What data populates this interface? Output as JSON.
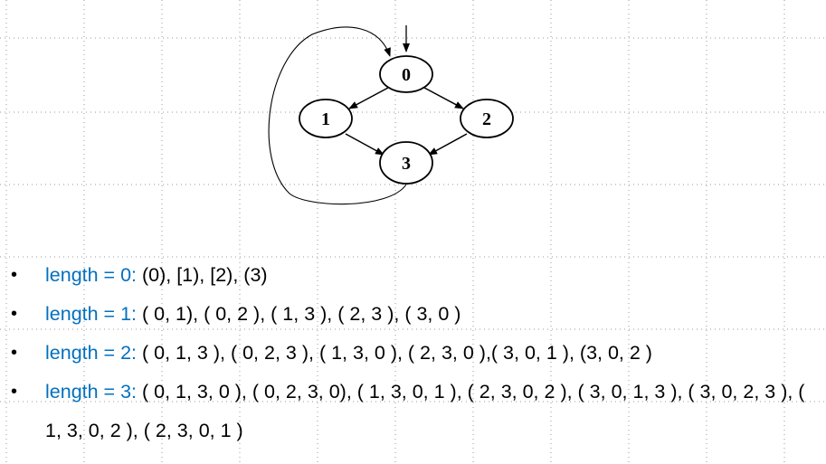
{
  "colors": {
    "label_blue": "#0070c0",
    "text": "#000000",
    "grid": "#9a9a9a"
  },
  "diagram": {
    "nodes": [
      {
        "id": "0",
        "label": "0"
      },
      {
        "id": "1",
        "label": "1"
      },
      {
        "id": "2",
        "label": "2"
      },
      {
        "id": "3",
        "label": "3"
      }
    ],
    "edges": [
      {
        "from": "0",
        "to": "1"
      },
      {
        "from": "0",
        "to": "2"
      },
      {
        "from": "1",
        "to": "3"
      },
      {
        "from": "2",
        "to": "3"
      },
      {
        "from": "3",
        "to": "0"
      }
    ],
    "start_node": "0"
  },
  "bullets": {
    "bullet_glyph": "•",
    "items": [
      {
        "label": "length = 0:",
        "text": " (0), [1), [2), (3)"
      },
      {
        "label": "length = 1:",
        "text": " ( 0, 1), ( 0, 2 ), ( 1, 3 ), ( 2, 3 ), ( 3, 0 )"
      },
      {
        "label": "length = 2:",
        "text": " ( 0, 1, 3 ), ( 0, 2, 3 ), ( 1, 3, 0 ), ( 2, 3, 0 ),( 3, 0, 1 ), (3, 0, 2 )"
      },
      {
        "label": "length = 3:",
        "text": " ( 0, 1, 3, 0 ), ( 0, 2, 3, 0), ( 1, 3, 0, 1 ), ( 2, 3, 0, 2 ), ( 3, 0, 1, 3 ), ( 3, 0, 2, 3 ), ( 1, 3, 0, 2 ), ( 2, 3, 0, 1 )"
      }
    ]
  }
}
